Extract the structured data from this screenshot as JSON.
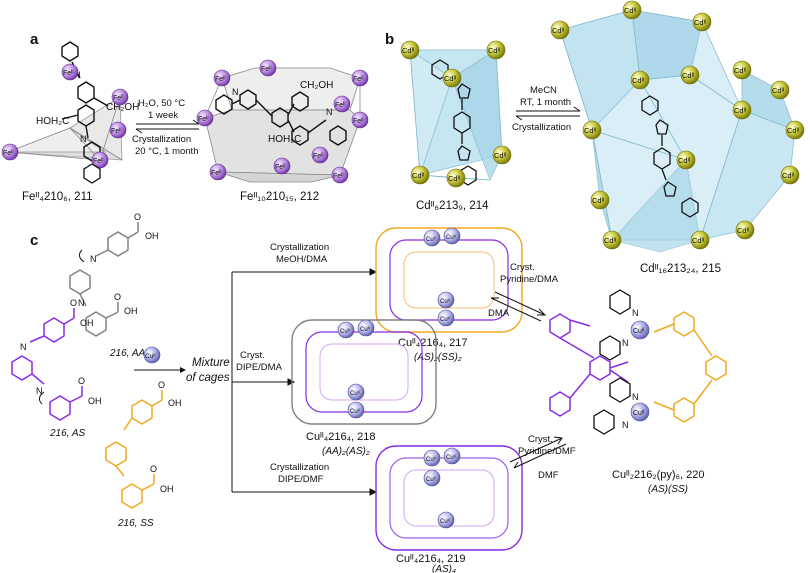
{
  "panel_a": {
    "letter": "a",
    "cond_forward_1": "H₂O, 50 °C",
    "cond_forward_2": "1 week",
    "cond_reverse_1": "Crystallization",
    "cond_reverse_2": "20 °C, 1 month",
    "left_label": "Feᴵᴵ₄210₆, 211",
    "right_label": "Feᴵᴵ₁₀210₁₅, 212",
    "metal": "Feᴵᴵ",
    "ch2oh": "CH₂OH",
    "hoh2c": "HOH₂C",
    "n": "N"
  },
  "panel_b": {
    "letter": "b",
    "cond_forward_1": "MeCN",
    "cond_forward_2": "RT, 1 month",
    "cond_reverse": "Crystallization",
    "left_label": "Cdᴵᴵ₆213₉, 214",
    "right_label": "Cdᴵᴵ₁₆213₂₄, 215",
    "metal": "Cdᴵᴵ"
  },
  "panel_c": {
    "letter": "c",
    "ligand_aa": "216, AA",
    "ligand_as": "216, AS",
    "ligand_ss": "216, SS",
    "oh": "OH",
    "o": "O",
    "n": "N",
    "cu": "Cuᴵᴵ",
    "mixture_1": "Mixture",
    "mixture_2": "of cages",
    "route_top_1": "Crystallization",
    "route_top_2": "MeOH/DMA",
    "route_mid_1": "Cryst.",
    "route_mid_2": "DIPE/DMA",
    "route_bot_1": "Crystallization",
    "route_bot_2": "DIPE/DMF",
    "cage_217": "Cuᴵᴵ₄216₄, 217",
    "cage_217_sub": "(AS)₂(SS)₂",
    "cage_218": "Cuᴵᴵ₄216₄, 218",
    "cage_218_sub": "(AA)₂(AS)₂",
    "cage_219": "Cuᴵᴵ₄216₄, 219",
    "cage_219_sub": "(AS)₄",
    "cage_220": "Cuᴵᴵ₂216₂(py)₆, 220",
    "cage_220_sub": "(AS)(SS)",
    "conv_top_1": "Cryst.",
    "conv_top_2": "Pyridine/DMA",
    "conv_top_rev": "DMA",
    "conv_bot_1": "Cryst.",
    "conv_bot_2": "Pyridine/DMF",
    "conv_bot_rev": "DMF"
  },
  "colors": {
    "fe": "#b07ad8",
    "cd": "#b8b82a",
    "cu": "#9a9ad8",
    "purple": "#8a2be2",
    "orange": "#f0a820",
    "grey": "#808080",
    "blue_fill": "#bfe3f0"
  }
}
